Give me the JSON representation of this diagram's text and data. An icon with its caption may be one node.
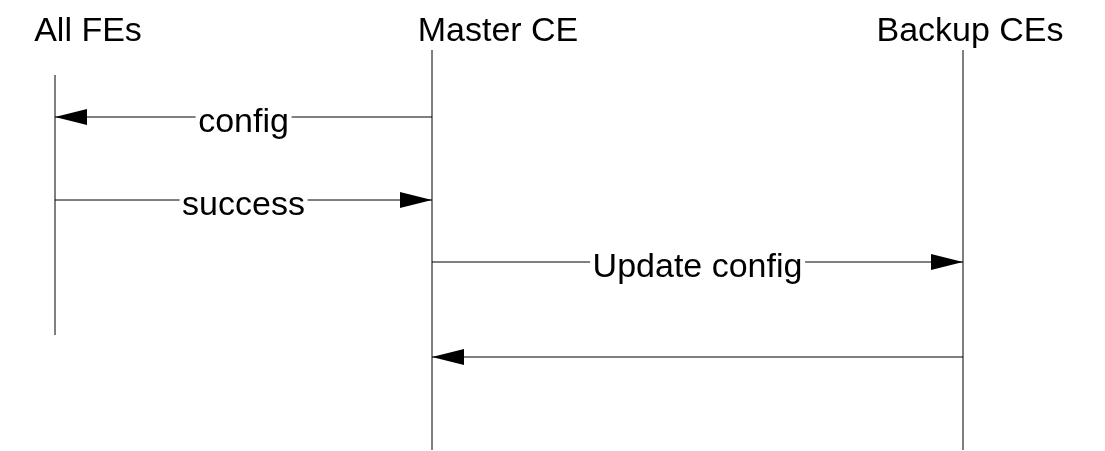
{
  "diagram": {
    "nodes": [
      {
        "text": [
          "All FEs"
        ]
      },
      {
        "text": [
          "Master CE"
        ]
      },
      {
        "text": [
          "Backup CEs"
        ]
      }
    ],
    "edges": [
      {
        "from": 1,
        "to": 0,
        "arrow": "to",
        "label": "config"
      },
      {
        "from": 0,
        "to": 1,
        "arrow": "to",
        "label": "success"
      },
      {
        "from": 1,
        "to": 2,
        "arrow": "to",
        "label": "Update config"
      },
      {
        "from": 2,
        "to": 1,
        "arrow": "to"
      }
    ]
  }
}
